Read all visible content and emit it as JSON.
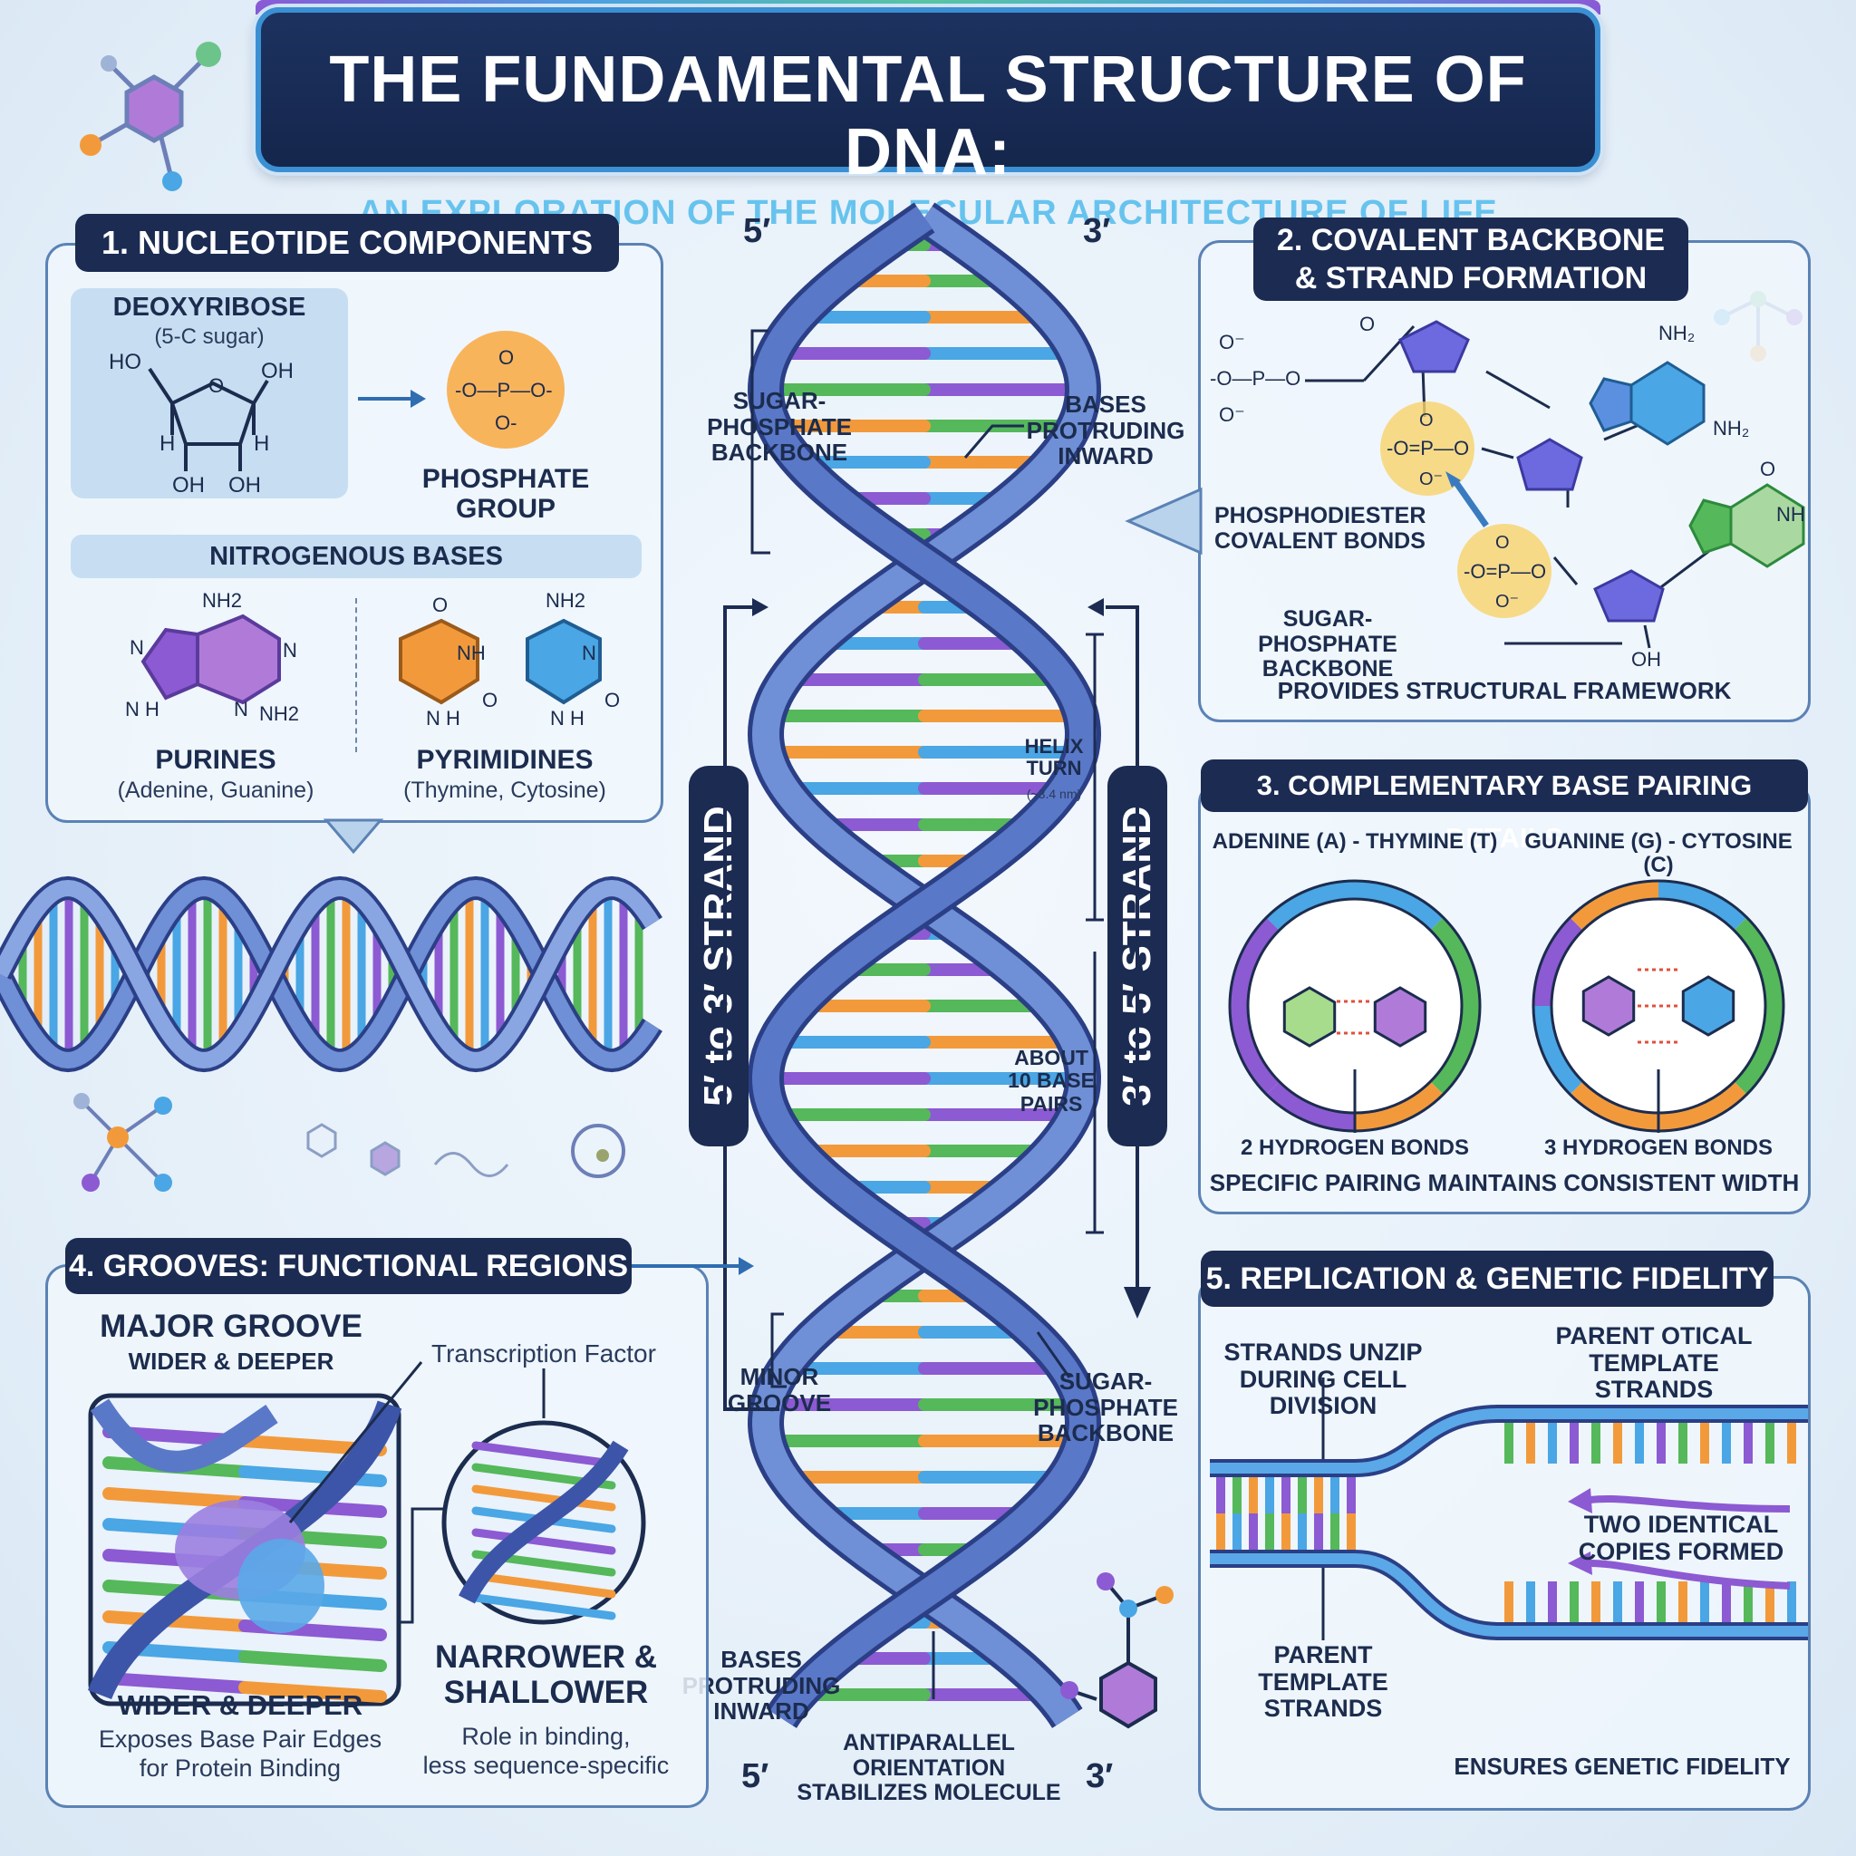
{
  "header": {
    "title": "THE FUNDAMENTAL STRUCTURE OF DNA:",
    "subtitle": "AN EXPLORATION OF THE MOLECULAR ARCHITECTURE OF LIFE"
  },
  "center": {
    "top_5prime": "5′",
    "top_3prime": "3′",
    "bottom_5prime": "5′",
    "bottom_3prime": "3′",
    "left_strand": "5′ to 3′ STRAND",
    "right_strand": "3′ to 5′ STRAND",
    "sugar_backbone_top": "SUGAR-\nPHOSPHATE\nBACKBONE",
    "bases_inward_top": "BASES\nPROTRUDING\nINWARD",
    "helix_turn": "HELIX\nTURN",
    "helix_turn_size": "(~3.4 nm)",
    "about_10": "ABOUT\n10 BASE\nPAIRS",
    "minor_groove": "MINOR\nGROOVE",
    "sugar_backbone_bottom": "SUGAR-\nPHOSPHATE\nBACKBONE",
    "bases_inward_bottom": "BASES\nPROTRUDING\nINWARD",
    "antiparallel": "ANTIPARALLEL\nORIENTATION\nSTABILIZES MOLECULE"
  },
  "panel1": {
    "title": "1. NUCLEOTIDE COMPONENTS",
    "deoxyribose": "DEOXYRIBOSE",
    "deoxyribose_sub": "(5-C sugar)",
    "phosphate": "PHOSPHATE\nGROUP",
    "nitrogenous": "NITROGENOUS BASES",
    "purines": "PURINES",
    "purines_sub": "(Adenine, Guanine)",
    "pyrimidines": "PYRIMIDINES",
    "pyrimidines_sub": "(Thymine, Cytosine)",
    "sugar_atoms": {
      "ho": "HO",
      "oh": "OH",
      "h1": "H",
      "h2": "H",
      "oh1": "OH",
      "oh2": "OH"
    },
    "phosphate_formula": {
      "o_top": "O",
      "middle": "-O—P—O-",
      "o_bottom": "O-"
    },
    "purine_atoms": {
      "nh2": "NH2",
      "n1": "N",
      "n2": "N",
      "n3": "N",
      "nh": "N\nH",
      "nh2b": "NH2"
    },
    "pyr_atoms": {
      "o": "O",
      "nh": "NH",
      "n": "N\nH",
      "o2": "O",
      "nh2": "NH2",
      "nb": "N",
      "nc": "N\nH",
      "o3": "O"
    }
  },
  "panel2": {
    "title": "2. COVALENT BACKBONE\n& STRAND FORMATION",
    "phosphodiester": "PHOSPHODIESTER\nCOVALENT BONDS",
    "backbone": "SUGAR-PHOSPHATE\nBACKBONE",
    "framework": "PROVIDES STRUCTURAL FRAMEWORK"
  },
  "panel3": {
    "title": "3. COMPLEMENTARY BASE PAIRING DETAILS",
    "at": "ADENINE (A) - THYMINE (T)",
    "gc": "GUANINE (G) - CYTOSINE (C)",
    "two_h": "2 HYDROGEN BONDS",
    "three_h": "3 HYDROGEN BONDS",
    "specific": "SPECIFIC PAIRING MAINTAINS CONSISTENT WIDTH"
  },
  "panel4": {
    "title": "4. GROOVES: FUNCTIONAL REGIONS",
    "major": "MAJOR GROOVE",
    "major_sub": "WIDER & DEEPER",
    "tf": "Transcription Factor",
    "wider": "WIDER & DEEPER",
    "exposes": "Exposes Base Pair Edges\nfor Protein Binding",
    "narrower": "NARROWER &\nSHALLOWER",
    "role": "Role in binding,\nless sequence-specific"
  },
  "panel5": {
    "title": "5. REPLICATION & GENETIC FIDELITY",
    "unzip": "STRANDS UNZIP\nDURING CELL\nDIVISION",
    "parent_top": "PARENT OTICAL\nTEMPLATE STRANDS",
    "two_copies": "TWO IDENTICAL\nCOPIES FORMED",
    "parent_bottom": "PARENT\nTEMPLATE\nSTRANDS",
    "fidelity": "ENSURES GENETIC FIDELITY"
  },
  "colors": {
    "navy": "#1b2b52",
    "backbone": "#4a62b8",
    "purple": "#8c5ad2",
    "green": "#55b85a",
    "orange": "#f29a3b",
    "blue": "#4aa6e4",
    "phosphate": "#f7c04a"
  }
}
